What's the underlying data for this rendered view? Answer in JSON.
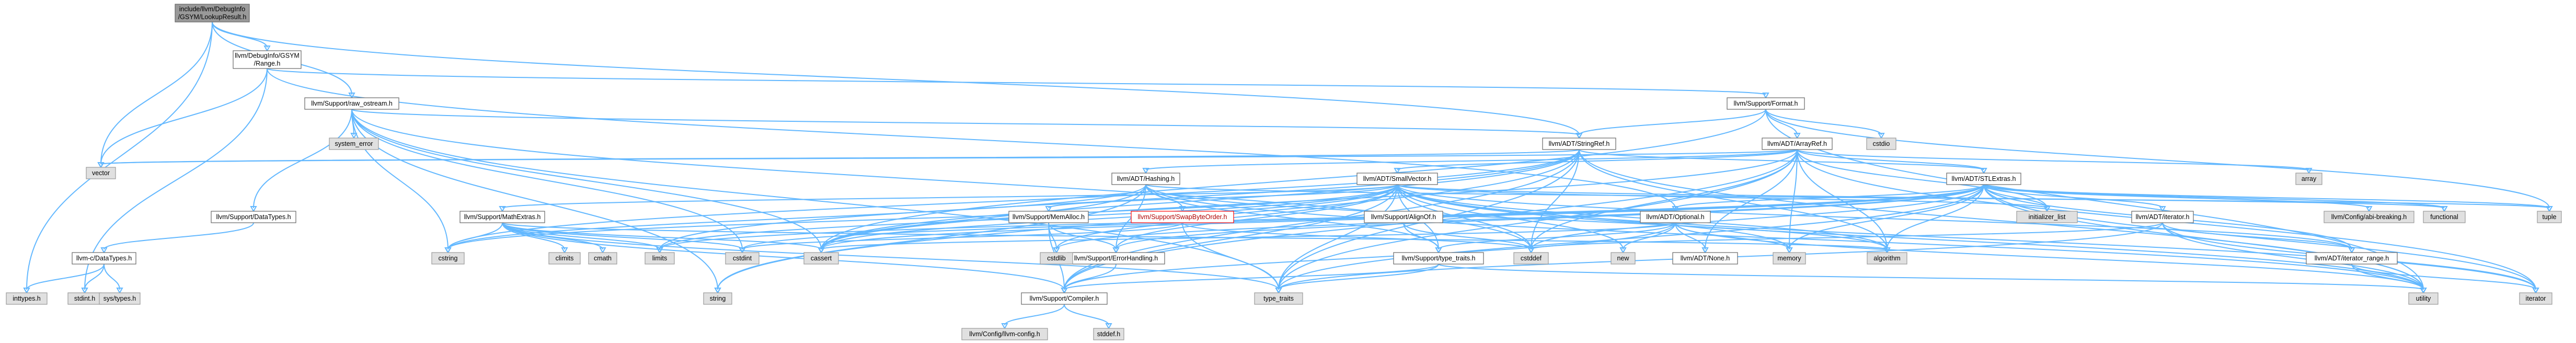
{
  "colors": {
    "edge": "#63b8ff",
    "root_fill": "#999999",
    "header_fill": "#ffffff",
    "system_fill": "#e0e0e0",
    "border": "#666666",
    "red_border": "#ff0000"
  },
  "nodes": [
    {
      "id": "root",
      "label": [
        "include/llvm/DebugInfo",
        "/GSYM/LookupResult.h"
      ],
      "kind": "root"
    },
    {
      "id": "range",
      "label": [
        "llvm/DebugInfo/GSYM",
        "/Range.h"
      ],
      "kind": "hdr"
    },
    {
      "id": "rawostream",
      "label": [
        "llvm/Support/raw_ostream.h"
      ],
      "kind": "hdr"
    },
    {
      "id": "format",
      "label": [
        "llvm/Support/Format.h"
      ],
      "kind": "hdr"
    },
    {
      "id": "stringref",
      "label": [
        "llvm/ADT/StringRef.h"
      ],
      "kind": "hdr"
    },
    {
      "id": "arrayref",
      "label": [
        "llvm/ADT/ArrayRef.h"
      ],
      "kind": "hdr"
    },
    {
      "id": "hashing",
      "label": [
        "llvm/ADT/Hashing.h"
      ],
      "kind": "hdr"
    },
    {
      "id": "smallvector",
      "label": [
        "llvm/ADT/SmallVector.h"
      ],
      "kind": "hdr"
    },
    {
      "id": "stlextras",
      "label": [
        "llvm/ADT/STLExtras.h"
      ],
      "kind": "hdr"
    },
    {
      "id": "datatypes",
      "label": [
        "llvm/Support/DataTypes.h"
      ],
      "kind": "hdr"
    },
    {
      "id": "cdatatypes",
      "label": [
        "llvm-c/DataTypes.h"
      ],
      "kind": "hdr"
    },
    {
      "id": "mathextras",
      "label": [
        "llvm/Support/MathExtras.h"
      ],
      "kind": "hdr"
    },
    {
      "id": "memalloc",
      "label": [
        "llvm/Support/MemAlloc.h"
      ],
      "kind": "hdr"
    },
    {
      "id": "swapbyteorder",
      "label": [
        "llvm/Support/SwapByteOrder.h"
      ],
      "kind": "red"
    },
    {
      "id": "alignof",
      "label": [
        "llvm/Support/AlignOf.h"
      ],
      "kind": "hdr"
    },
    {
      "id": "optional",
      "label": [
        "llvm/ADT/Optional.h"
      ],
      "kind": "hdr"
    },
    {
      "id": "none",
      "label": [
        "llvm/ADT/None.h"
      ],
      "kind": "hdr"
    },
    {
      "id": "iterator",
      "label": [
        "llvm/ADT/iterator.h"
      ],
      "kind": "hdr"
    },
    {
      "id": "iteratorrange",
      "label": [
        "llvm/ADT/iterator_range.h"
      ],
      "kind": "hdr"
    },
    {
      "id": "errorhandling",
      "label": [
        "llvm/Support/ErrorHandling.h"
      ],
      "kind": "hdr"
    },
    {
      "id": "typetraits",
      "label": [
        "llvm/Support/type_traits.h"
      ],
      "kind": "hdr"
    },
    {
      "id": "compiler",
      "label": [
        "llvm/Support/Compiler.h"
      ],
      "kind": "hdr"
    },
    {
      "id": "abibreaking",
      "label": [
        "llvm/Config/abi-breaking.h"
      ],
      "kind": "sys"
    },
    {
      "id": "llvmconfig",
      "label": [
        "llvm/Config/llvm-config.h"
      ],
      "kind": "sys"
    },
    {
      "id": "vector",
      "label": [
        "vector"
      ],
      "kind": "sys"
    },
    {
      "id": "inttypes",
      "label": [
        "inttypes.h"
      ],
      "kind": "sys"
    },
    {
      "id": "stdint",
      "label": [
        "stdint.h"
      ],
      "kind": "sys"
    },
    {
      "id": "systypes",
      "label": [
        "sys/types.h"
      ],
      "kind": "sys"
    },
    {
      "id": "systemerror",
      "label": [
        "system_error"
      ],
      "kind": "sys"
    },
    {
      "id": "cstdio",
      "label": [
        "cstdio"
      ],
      "kind": "sys"
    },
    {
      "id": "array",
      "label": [
        "array"
      ],
      "kind": "sys"
    },
    {
      "id": "tuple",
      "label": [
        "tuple"
      ],
      "kind": "sys"
    },
    {
      "id": "initlist",
      "label": [
        "initializer_list"
      ],
      "kind": "sys"
    },
    {
      "id": "functional",
      "label": [
        "functional"
      ],
      "kind": "sys"
    },
    {
      "id": "cstring",
      "label": [
        "cstring"
      ],
      "kind": "sys"
    },
    {
      "id": "climits",
      "label": [
        "climits"
      ],
      "kind": "sys"
    },
    {
      "id": "cmath",
      "label": [
        "cmath"
      ],
      "kind": "sys"
    },
    {
      "id": "limits",
      "label": [
        "limits"
      ],
      "kind": "sys"
    },
    {
      "id": "cstdint",
      "label": [
        "cstdint"
      ],
      "kind": "sys"
    },
    {
      "id": "cassert",
      "label": [
        "cassert"
      ],
      "kind": "sys"
    },
    {
      "id": "cstdlib",
      "label": [
        "cstdlib"
      ],
      "kind": "sys"
    },
    {
      "id": "cstddef",
      "label": [
        "cstddef"
      ],
      "kind": "sys"
    },
    {
      "id": "new",
      "label": [
        "new"
      ],
      "kind": "sys"
    },
    {
      "id": "memory",
      "label": [
        "memory"
      ],
      "kind": "sys"
    },
    {
      "id": "algorithm",
      "label": [
        "algorithm"
      ],
      "kind": "sys"
    },
    {
      "id": "utility",
      "label": [
        "utility"
      ],
      "kind": "sys"
    },
    {
      "id": "iteratorstd",
      "label": [
        "iterator"
      ],
      "kind": "sys"
    },
    {
      "id": "string",
      "label": [
        "string"
      ],
      "kind": "sys"
    },
    {
      "id": "stddef",
      "label": [
        "stddef.h"
      ],
      "kind": "sys"
    },
    {
      "id": "typetraitsstd",
      "label": [
        "type_traits"
      ],
      "kind": "sys"
    }
  ],
  "edges": [
    [
      "root",
      "range"
    ],
    [
      "root",
      "rawostream"
    ],
    [
      "root",
      "stringref"
    ],
    [
      "root",
      "vector"
    ],
    [
      "root",
      "inttypes"
    ],
    [
      "range",
      "format"
    ],
    [
      "range",
      "optional"
    ],
    [
      "range",
      "vector"
    ],
    [
      "range",
      "stdint"
    ],
    [
      "rawostream",
      "stringref"
    ],
    [
      "rawostream",
      "datatypes"
    ],
    [
      "rawostream",
      "cassert"
    ],
    [
      "rawostream",
      "cstddef"
    ],
    [
      "rawostream",
      "cstdint"
    ],
    [
      "rawostream",
      "cstring"
    ],
    [
      "rawostream",
      "string"
    ],
    [
      "rawostream",
      "typetraitsstd"
    ],
    [
      "rawostream",
      "systemerror"
    ],
    [
      "format",
      "arrayref"
    ],
    [
      "format",
      "stringref"
    ],
    [
      "format",
      "cassert"
    ],
    [
      "format",
      "cstdio"
    ],
    [
      "format",
      "tuple"
    ],
    [
      "format",
      "utility"
    ],
    [
      "stringref",
      "stlextras"
    ],
    [
      "stringref",
      "compiler"
    ],
    [
      "stringref",
      "algorithm"
    ],
    [
      "stringref",
      "cassert"
    ],
    [
      "stringref",
      "cstddef"
    ],
    [
      "stringref",
      "cstring"
    ],
    [
      "stringref",
      "limits"
    ],
    [
      "stringref",
      "string"
    ],
    [
      "stringref",
      "typetraitsstd"
    ],
    [
      "stringref",
      "utility"
    ],
    [
      "stringref",
      "vector"
    ],
    [
      "arrayref",
      "hashing"
    ],
    [
      "arrayref",
      "none"
    ],
    [
      "arrayref",
      "smallvector"
    ],
    [
      "arrayref",
      "stlextras"
    ],
    [
      "arrayref",
      "compiler"
    ],
    [
      "arrayref",
      "algorithm"
    ],
    [
      "arrayref",
      "array"
    ],
    [
      "arrayref",
      "cassert"
    ],
    [
      "arrayref",
      "cstddef"
    ],
    [
      "arrayref",
      "initlist"
    ],
    [
      "arrayref",
      "iteratorstd"
    ],
    [
      "arrayref",
      "memory"
    ],
    [
      "arrayref",
      "typetraitsstd"
    ],
    [
      "arrayref",
      "vector"
    ],
    [
      "hashing",
      "errorhandling"
    ],
    [
      "hashing",
      "swapbyteorder"
    ],
    [
      "hashing",
      "typetraits"
    ],
    [
      "hashing",
      "algorithm"
    ],
    [
      "hashing",
      "cassert"
    ],
    [
      "hashing",
      "cstring"
    ],
    [
      "hashing",
      "string"
    ],
    [
      "hashing",
      "tuple"
    ],
    [
      "hashing",
      "utility"
    ],
    [
      "smallvector",
      "iteratorrange"
    ],
    [
      "smallvector",
      "compiler"
    ],
    [
      "smallvector",
      "errorhandling"
    ],
    [
      "smallvector",
      "mathextras"
    ],
    [
      "smallvector",
      "memalloc"
    ],
    [
      "smallvector",
      "typetraits"
    ],
    [
      "smallvector",
      "algorithm"
    ],
    [
      "smallvector",
      "cassert"
    ],
    [
      "smallvector",
      "cstddef"
    ],
    [
      "smallvector",
      "cstdlib"
    ],
    [
      "smallvector",
      "cstring"
    ],
    [
      "smallvector",
      "functional"
    ],
    [
      "smallvector",
      "initlist"
    ],
    [
      "smallvector",
      "iteratorstd"
    ],
    [
      "smallvector",
      "limits"
    ],
    [
      "smallvector",
      "memory"
    ],
    [
      "smallvector",
      "new"
    ],
    [
      "smallvector",
      "typetraitsstd"
    ],
    [
      "smallvector",
      "utility"
    ],
    [
      "stlextras",
      "optional"
    ],
    [
      "stlextras",
      "iterator"
    ],
    [
      "stlextras",
      "iteratorrange"
    ],
    [
      "stlextras",
      "errorhandling"
    ],
    [
      "stlextras",
      "abibreaking"
    ],
    [
      "stlextras",
      "algorithm"
    ],
    [
      "stlextras",
      "cassert"
    ],
    [
      "stlextras",
      "cstddef"
    ],
    [
      "stlextras",
      "cstdint"
    ],
    [
      "stlextras",
      "cstdlib"
    ],
    [
      "stlextras",
      "functional"
    ],
    [
      "stlextras",
      "initlist"
    ],
    [
      "stlextras",
      "iteratorstd"
    ],
    [
      "stlextras",
      "limits"
    ],
    [
      "stlextras",
      "memory"
    ],
    [
      "stlextras",
      "tuple"
    ],
    [
      "stlextras",
      "typetraitsstd"
    ],
    [
      "stlextras",
      "utility"
    ],
    [
      "datatypes",
      "cdatatypes"
    ],
    [
      "cdatatypes",
      "inttypes"
    ],
    [
      "cdatatypes",
      "stdint"
    ],
    [
      "cdatatypes",
      "systypes"
    ],
    [
      "mathextras",
      "compiler"
    ],
    [
      "mathextras",
      "algorithm"
    ],
    [
      "mathextras",
      "cassert"
    ],
    [
      "mathextras",
      "climits"
    ],
    [
      "mathextras",
      "cmath"
    ],
    [
      "mathextras",
      "cstdint"
    ],
    [
      "mathextras",
      "cstring"
    ],
    [
      "mathextras",
      "limits"
    ],
    [
      "mathextras",
      "typetraitsstd"
    ],
    [
      "memalloc",
      "compiler"
    ],
    [
      "memalloc",
      "errorhandling"
    ],
    [
      "memalloc",
      "cstdlib"
    ],
    [
      "swapbyteorder",
      "cstddef"
    ],
    [
      "swapbyteorder",
      "cstdint"
    ],
    [
      "swapbyteorder",
      "typetraitsstd"
    ],
    [
      "alignof",
      "typetraits"
    ],
    [
      "alignof",
      "cstddef"
    ],
    [
      "optional",
      "none"
    ],
    [
      "optional",
      "compiler"
    ],
    [
      "optional",
      "typetraits"
    ],
    [
      "optional",
      "cassert"
    ],
    [
      "optional",
      "memory"
    ],
    [
      "optional",
      "new"
    ],
    [
      "optional",
      "utility"
    ],
    [
      "iterator",
      "iteratorrange"
    ],
    [
      "iterator",
      "cstddef"
    ],
    [
      "iterator",
      "iteratorstd"
    ],
    [
      "iterator",
      "typetraitsstd"
    ],
    [
      "iterator",
      "utility"
    ],
    [
      "iteratorrange",
      "iteratorstd"
    ],
    [
      "iteratorrange",
      "utility"
    ],
    [
      "errorhandling",
      "compiler"
    ],
    [
      "typetraits",
      "compiler"
    ],
    [
      "typetraits",
      "typetraitsstd"
    ],
    [
      "typetraits",
      "utility"
    ],
    [
      "compiler",
      "llvmconfig"
    ],
    [
      "compiler",
      "stddef"
    ]
  ]
}
